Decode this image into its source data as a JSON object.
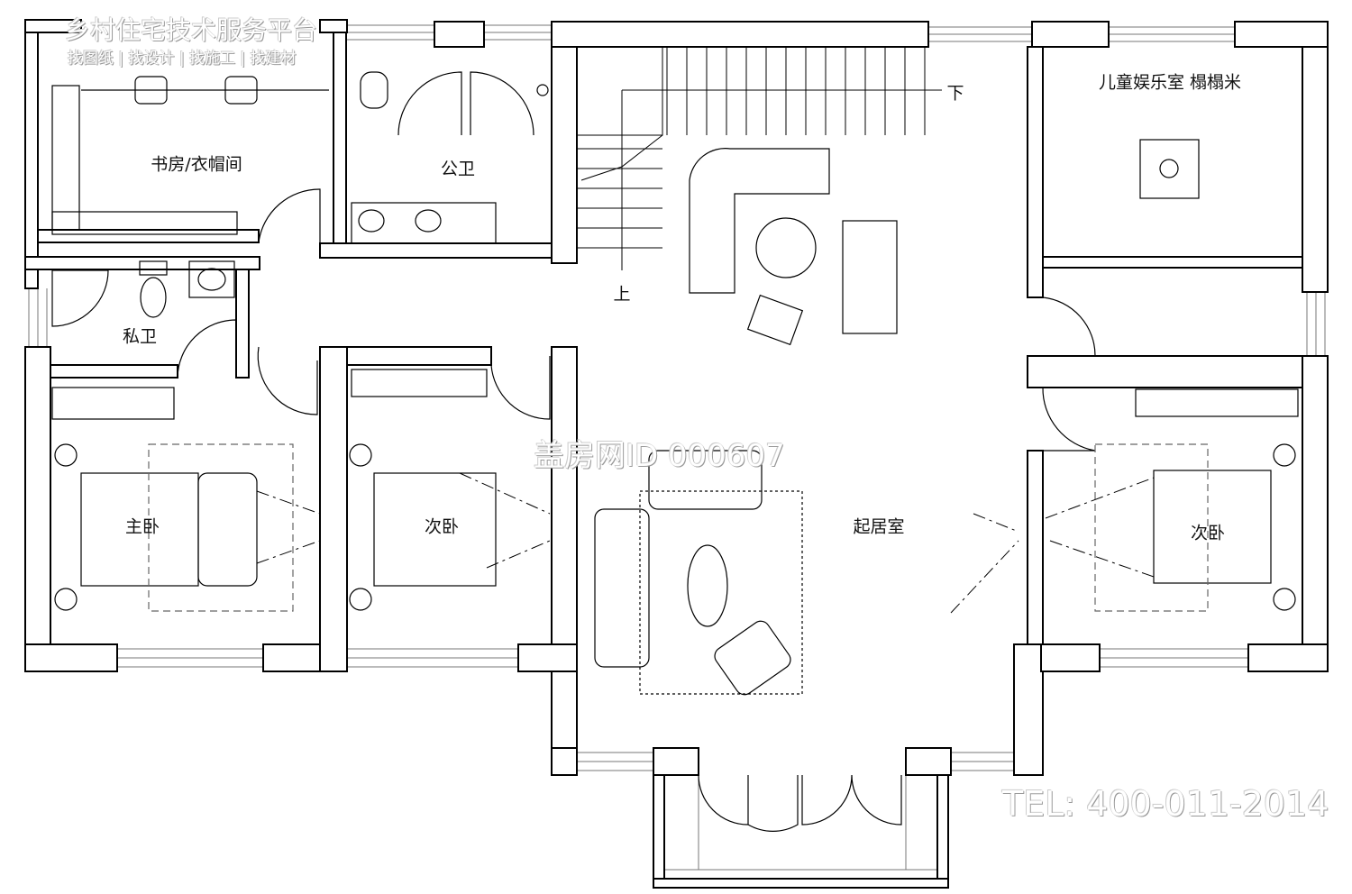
{
  "watermark": {
    "platform": "乡村住宅技术服务平台",
    "slogan": "找图纸 | 找设计 | 找施工 | 找建材",
    "site_id": "盖房网ID 000607",
    "tel": "TEL: 400-011-2014"
  },
  "rooms": {
    "study": "书房/衣帽间",
    "public_bath": "公卫",
    "stair_down": "下",
    "stair_up": "上",
    "kids_room": "儿童娱乐室  榻榻米",
    "private_bath": "私卫",
    "master_bedroom": "主卧",
    "second_bedroom_left": "次卧",
    "living_room": "起居室",
    "second_bedroom_right": "次卧"
  }
}
